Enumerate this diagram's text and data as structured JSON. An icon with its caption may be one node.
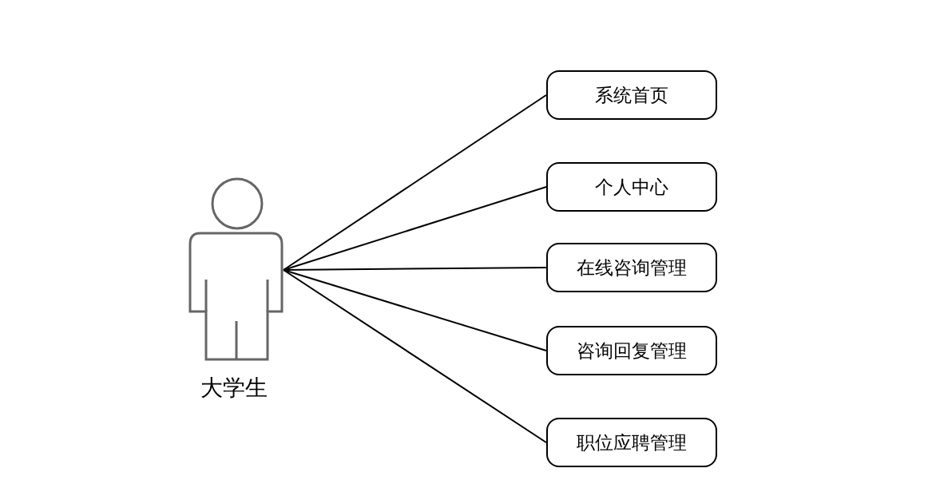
{
  "diagram": {
    "nodes": [
      {
        "text": [
          "大学生"
        ]
      },
      {
        "text": [
          "系统首页"
        ]
      },
      {
        "text": [
          "个人中心"
        ]
      },
      {
        "text": [
          "在线咨询管理"
        ]
      },
      {
        "text": [
          "咨询回复管理"
        ]
      },
      {
        "text": [
          "职位应聘管理"
        ]
      }
    ],
    "edges": [
      {
        "from": 0,
        "to": 1,
        "arrow": "none"
      },
      {
        "from": 0,
        "to": 2,
        "arrow": "none"
      },
      {
        "from": 0,
        "to": 3,
        "arrow": "none"
      },
      {
        "from": 0,
        "to": 4,
        "arrow": "none"
      },
      {
        "from": 0,
        "to": 5,
        "arrow": "none"
      }
    ]
  }
}
